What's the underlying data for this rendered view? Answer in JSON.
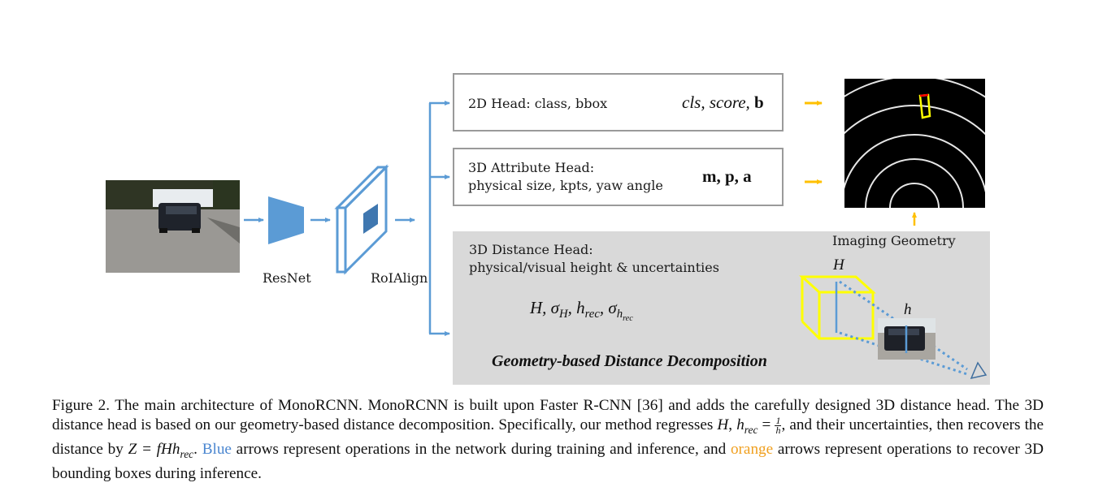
{
  "figure": {
    "labels": {
      "backbone": "ResNet",
      "roi": "RoIAlign",
      "imaging_geometry": "Imaging Geometry",
      "cube_height": "H",
      "image_height": "h"
    },
    "heads": [
      {
        "id": "2d-head",
        "title": "2D Head: class, bbox",
        "subtitle": "",
        "outputs_italic": "cls, score, ",
        "outputs_bold": "b"
      },
      {
        "id": "3d-attribute-head",
        "title": "3D Attribute Head:",
        "subtitle": "physical size, kpts, yaw angle",
        "outputs_italic": "",
        "outputs_bold": "m, p, a"
      },
      {
        "id": "3d-distance-head",
        "title": "3D Distance Head:",
        "subtitle": "physical/visual height & uncertainties",
        "outputs_math": "H, σH, hrec, σhrec"
      }
    ],
    "distance_panel_title": "Geometry-based Distance Decomposition",
    "colors": {
      "network_arrow": "#5b9bd5",
      "inference_arrow": "#ffc000",
      "box_border": "#9a9a9a",
      "panel_bg": "#d9d9d9",
      "cube": "#ffff00",
      "bev_bg": "#000000",
      "bev_rings": "#e6e6e6",
      "bev_box": "#ffff00",
      "bev_box_front": "#ff0000"
    }
  },
  "caption": {
    "prefix": "Figure 2. The main architecture of MonoRCNN. MonoRCNN is built upon Faster R-CNN [36] and adds the carefully designed 3D distance head. The 3D distance head is based on our geometry-based distance decomposition. Specifically, our method regresses ",
    "math_1": "H",
    "math_2": "h",
    "math_2_sub": "rec",
    "equals": " = ",
    "frac_num": "1",
    "frac_den": "h",
    "mid": ", and their uncertainties, then recovers the distance by ",
    "math_3": "Z = fHh",
    "math_3_sub": "rec",
    "after_math": ". ",
    "blue_word": "Blue",
    "blue_text": " arrows represent operations in the network during training and inference, and ",
    "orange_word": "orange",
    "orange_text": " arrows represent operations to recover 3D bounding boxes during inference."
  }
}
